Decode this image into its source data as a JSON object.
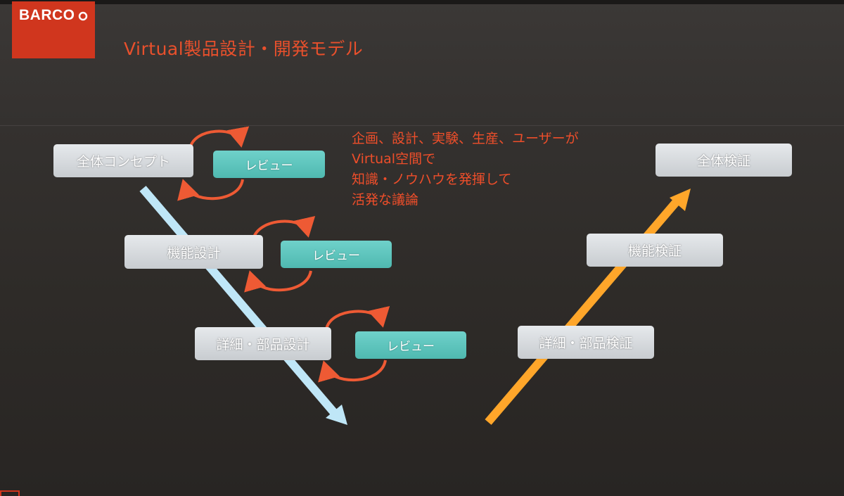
{
  "logo": {
    "text": "BARCO"
  },
  "slide": {
    "title": "Virtual製品設計・開発モデル"
  },
  "design_steps": [
    {
      "label": "全体コンセプト"
    },
    {
      "label": "機能設計"
    },
    {
      "label": "詳細・部品設計"
    }
  ],
  "reviews": [
    {
      "label": "レビュー"
    },
    {
      "label": "レビュー"
    },
    {
      "label": "レビュー"
    }
  ],
  "verify_steps": [
    {
      "label": "全体検証"
    },
    {
      "label": "機能検証"
    },
    {
      "label": "詳細・部品検証"
    }
  ],
  "note": {
    "lines": [
      "企画、設計、実験、生産、ユーザーが",
      "Virtual空間で",
      "知識・ノウハウを発揮して",
      "活発な議論"
    ]
  },
  "colors": {
    "brand_red": "#d0361e",
    "title_orange": "#e8502c",
    "cycle_arrow": "#ee5a34",
    "design_arrow": "#bfe6f7",
    "verify_arrow": "#ffa62a",
    "review_teal": "#5cc5bd",
    "step_gray": "#d6d9dc"
  }
}
